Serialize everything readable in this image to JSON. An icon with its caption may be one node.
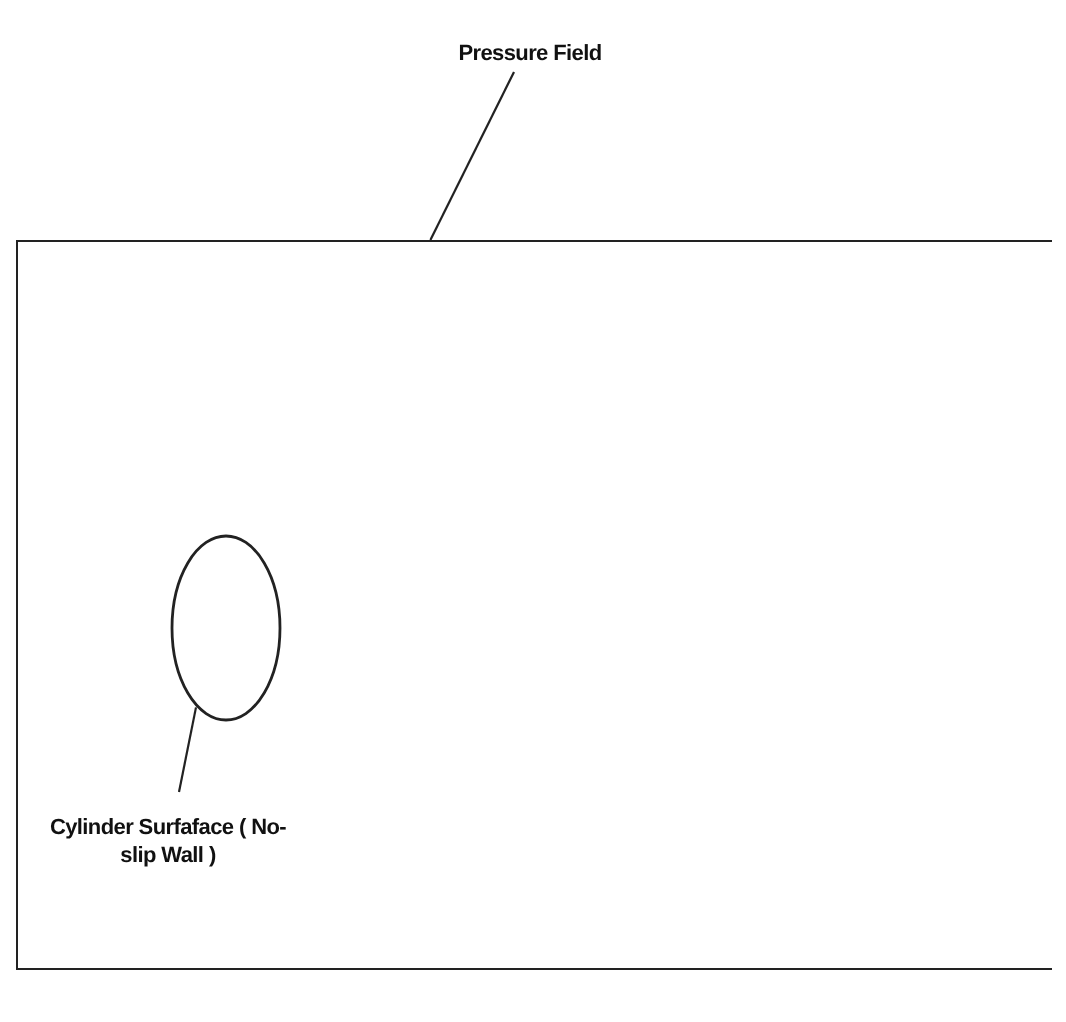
{
  "diagram": {
    "nodes": [
      {
        "text": [
          "Pressure Field"
        ]
      },
      {
        "text": [],
        "shape": "box"
      },
      {
        "text": [],
        "shape": "circle",
        "in": 1
      },
      {
        "text": [
          "Cylinder Surfaface ( No-slip Wall )"
        ],
        "in": 1
      }
    ],
    "edges": [
      {
        "from": 0,
        "to": 1,
        "arrow": "none"
      },
      {
        "from": 3,
        "to": 2,
        "arrow": "none"
      }
    ]
  }
}
